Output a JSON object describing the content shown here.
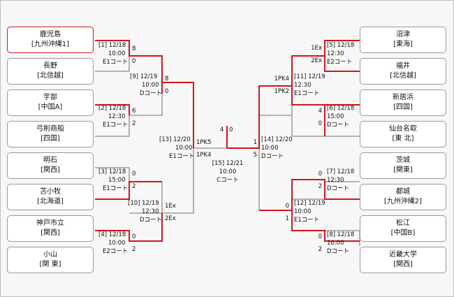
{
  "teams_left": [
    {
      "name": "鹿児島",
      "region": "[九州沖縄1]",
      "winner": true
    },
    {
      "name": "長野",
      "region": "[北信越]"
    },
    {
      "name": "宇部",
      "region": "[中国A]"
    },
    {
      "name": "弓削商船",
      "region": "[四国]"
    },
    {
      "name": "明石",
      "region": "[関西]"
    },
    {
      "name": "苫小牧",
      "region": "[北海道]"
    },
    {
      "name": "神戸市立",
      "region": "[関西]"
    },
    {
      "name": "小山",
      "region": "[関 東]"
    }
  ],
  "teams_right": [
    {
      "name": "沼津",
      "region": "[東海]"
    },
    {
      "name": "福井",
      "region": "[北信越]"
    },
    {
      "name": "新居浜",
      "region": "[四国]"
    },
    {
      "name": "仙台名取",
      "region": "[東 北]"
    },
    {
      "name": "茨城",
      "region": "[関東]"
    },
    {
      "name": "都城",
      "region": "[九州沖縄2]"
    },
    {
      "name": "松江",
      "region": "[中国B]"
    },
    {
      "name": "近畿大学",
      "region": "[関西]"
    }
  ],
  "matches": {
    "m1": {
      "no": "[1] 12/18",
      "time": "10:00",
      "court": "E1コート",
      "score_a": "8",
      "score_b": "0"
    },
    "m2": {
      "no": "[2] 12/18",
      "time": "12:30",
      "court": "E1コート",
      "score_a": "6",
      "score_b": "2"
    },
    "m3": {
      "no": "[3] 12/18",
      "time": "15:00",
      "court": "E1コート",
      "score_a": "0",
      "score_b": "2"
    },
    "m4": {
      "no": "[4] 12/18",
      "time": "10:00",
      "court": "E2コート",
      "score_a": "0",
      "score_b": "2"
    },
    "m5": {
      "no": "[5] 12/18",
      "time": "12:30",
      "court": "E2コート",
      "score_a": "1Ex",
      "score_b": "2Ex"
    },
    "m6": {
      "no": "[6] 12/18",
      "time": "15:00",
      "court": "Dコート",
      "score_a": "4",
      "score_b": "0"
    },
    "m7": {
      "no": "[7] 12/18",
      "time": "12:30",
      "court": "Dコート",
      "score_a": "0",
      "score_b": "2"
    },
    "m8": {
      "no": "[8] 12/18",
      "time": "10:00",
      "court": "Dコート",
      "score_a": "0",
      "score_b": "2"
    },
    "m9": {
      "no": "[9] 12/19",
      "time": "10:00",
      "court": "Dコート",
      "score_a": "8",
      "score_b": "0"
    },
    "m10": {
      "no": "[10] 12/19",
      "time": "12:30",
      "court": "Dコート",
      "score_a": "1Ex",
      "score_b": "2Ex"
    },
    "m11": {
      "no": "[11] 12/19",
      "time": "12:30",
      "court": "E1コート",
      "score_a": "1PK4",
      "score_b": "1PK2"
    },
    "m12": {
      "no": "[12] 12/19",
      "time": "10:00",
      "court": "E1コート",
      "score_a": "0",
      "score_b": "1"
    },
    "m13": {
      "no": "[13] 12/20",
      "time": "10:00",
      "court": "E1コート",
      "score_a": "1PK5",
      "score_b": "1PK4"
    },
    "m14": {
      "no": "[14] 12/20",
      "time": "10:00",
      "court": "Dコート",
      "score_a": "1",
      "score_b": "5"
    },
    "m15": {
      "no": "[15] 12/21",
      "time": "10:00",
      "court": "Cコート",
      "score_a": "4",
      "score_b": "0"
    }
  },
  "colors": {
    "win": "#d4141b",
    "line": "#8c8c8c",
    "box_border": "#9a9a9a",
    "background": "#f7f7f7"
  }
}
